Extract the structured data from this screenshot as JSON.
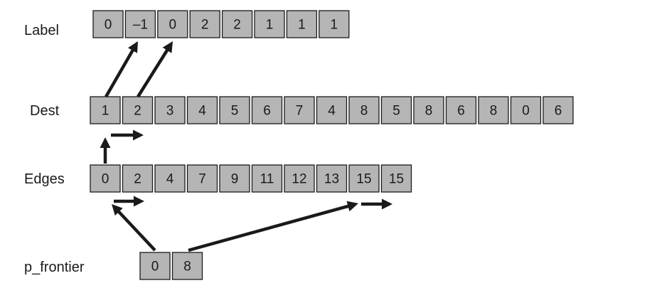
{
  "rows": {
    "label": {
      "name": "Label",
      "values": [
        "0",
        "–1",
        "0",
        "2",
        "2",
        "1",
        "1",
        "1"
      ]
    },
    "dest": {
      "name": "Dest",
      "values": [
        "1",
        "2",
        "3",
        "4",
        "5",
        "6",
        "7",
        "4",
        "8",
        "5",
        "8",
        "6",
        "8",
        "0",
        "6"
      ]
    },
    "edges": {
      "name": "Edges",
      "values": [
        "0",
        "2",
        "4",
        "7",
        "9",
        "11",
        "12",
        "13",
        "15",
        "15"
      ]
    },
    "p_frontier": {
      "name": "p_frontier",
      "values": [
        "0",
        "8"
      ]
    }
  }
}
